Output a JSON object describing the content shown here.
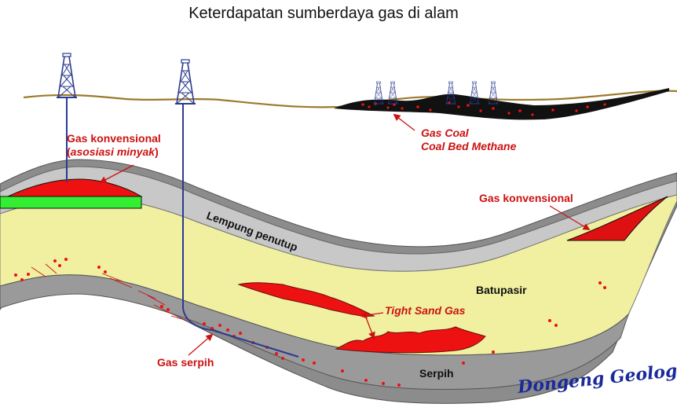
{
  "title": "Keterdapatan sumberdaya gas di alam",
  "labels": {
    "conventional_assoc_line1": "Gas konvensional",
    "conventional_assoc_line2_open": "(",
    "conventional_assoc_line2_italic": "asosiasi minyak",
    "conventional_assoc_line2_close": ")",
    "coal_gas_line1": "Gas Coal",
    "coal_gas_line2": "Coal Bed Methane",
    "conventional_right": "Gas konvensional",
    "cap_clay": "Lempung penutup",
    "sandstone": "Batupasir",
    "tight_sand": "Tight Sand Gas",
    "shale_gas": "Gas serpih",
    "shale": "Serpih"
  },
  "credit": "Dongeng Geologi",
  "colors": {
    "shale": "#8c8c8c",
    "cap_clay": "#c8c8c8",
    "sandstone": "#f0f0a0",
    "gas": "#ee1111",
    "oil": "#33ee33",
    "coal": "#111111",
    "surface": "#9b7a2a",
    "label_red": "#cc1111",
    "credit": "#1a2a9a"
  },
  "icons": [
    "drilling-rig-icon",
    "gas-bubble-icon",
    "leader-arrow-icon"
  ]
}
